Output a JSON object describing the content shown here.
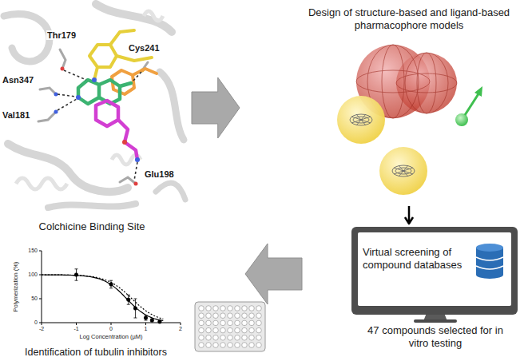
{
  "diagram": {
    "nodes": [
      {
        "text": [
          "Colchicine Binding Site"
        ]
      },
      {
        "text": [
          "Design of structure-based and ligand-based pharmacophore models"
        ]
      },
      {
        "text": [
          "Virtual screening of compound databases",
          "47 compounds selected for in vitro testing"
        ]
      },
      {
        "text": [
          "Identification of tubulin inhibitors"
        ]
      }
    ],
    "edges": [
      {
        "from": 0,
        "to": 1,
        "arrow": "to"
      },
      {
        "from": 1,
        "to": 2,
        "arrow": "to"
      },
      {
        "from": 2,
        "to": 3,
        "arrow": "to"
      }
    ],
    "labels": [
      "Thr179",
      "Cys241",
      "Asn347",
      "Val181",
      "Glu198",
      "Polymerization (%)",
      "150",
      "100",
      "50",
      "0",
      "-2",
      "-1",
      "0",
      "1",
      "2",
      "Log Concentration (µM)"
    ]
  }
}
